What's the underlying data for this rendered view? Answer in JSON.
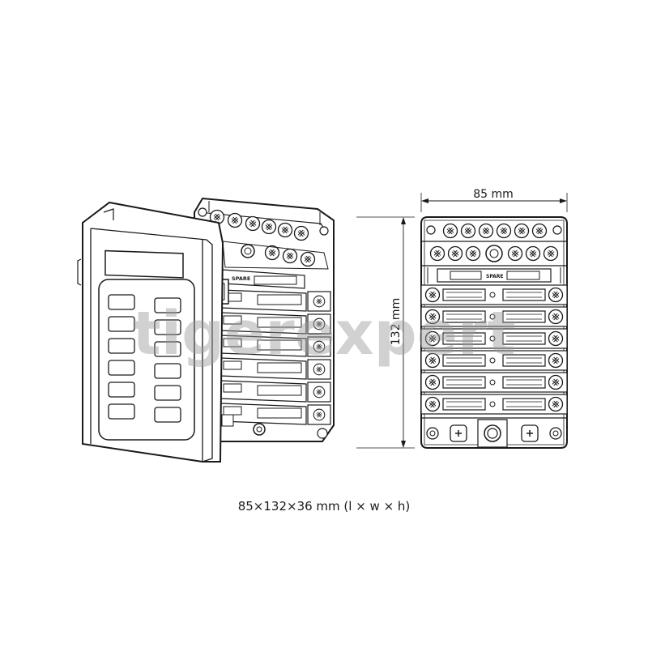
{
  "watermark": "tigerexpert",
  "fuse_block": {
    "spare_label": "SPARE",
    "fuse_rows": 6,
    "top_terminals": 6,
    "second_row_terminals": 6
  },
  "dimensions": {
    "width_label": "85 mm",
    "height_label": "132 mm",
    "caption": "85×132×36 mm (l × w × h)"
  },
  "colors": {
    "stroke": "#1a1a1a",
    "fill": "#ffffff",
    "window_gray": "#dcdcdc"
  }
}
